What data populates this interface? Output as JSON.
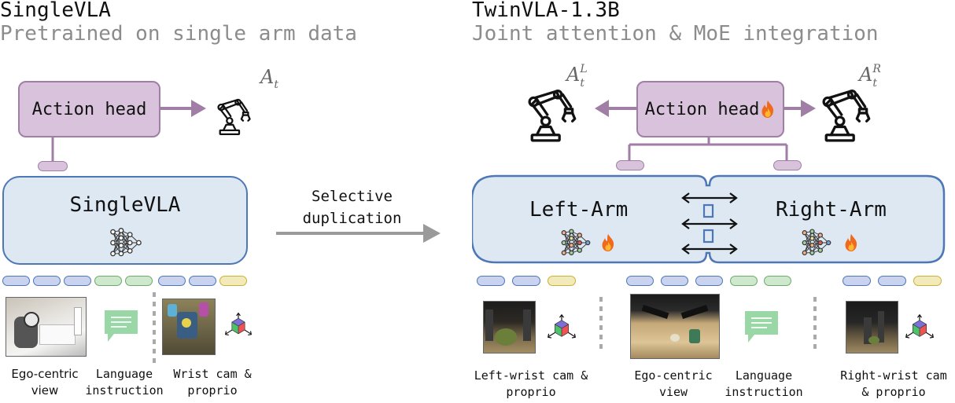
{
  "single": {
    "title": "SingleVLA",
    "subtitle": "Pretrained on single arm data",
    "action_head": "Action head",
    "model_label": "SingleVLA",
    "action_symbol": "A",
    "action_sub": "t",
    "captions": {
      "ego_1": "Ego-centric",
      "ego_2": "view",
      "lang_1": "Language",
      "lang_2": "instruction",
      "wrist_1": "Wrist cam &",
      "wrist_2": "proprio"
    }
  },
  "middle": {
    "line1": "Selective",
    "line2": "duplication"
  },
  "twin": {
    "title": "TwinVLA-1.3B",
    "subtitle": "Joint attention & MoE integration",
    "action_head": "Action head",
    "left_label": "Left-Arm",
    "right_label": "Right-Arm",
    "action_symbol": "A",
    "left_sub": "t",
    "left_sup": "L",
    "right_sub": "t",
    "right_sup": "R",
    "captions": {
      "lwrist_1": "Left-wrist cam &",
      "lwrist_2": "proprio",
      "ego_1": "Ego-centric",
      "ego_2": "view",
      "lang_1": "Language",
      "lang_2": "instruction",
      "rwrist_1": "Right-wrist cam",
      "rwrist_2": "& proprio"
    }
  },
  "colors": {
    "head_fill": "#d9c3dc",
    "head_stroke": "#a07ea6",
    "vla_fill": "#dde8f2",
    "vla_stroke": "#4d77b5",
    "token_blue": "#c9d2ee",
    "token_green": "#cde8cc",
    "token_yellow": "#f2eab8",
    "arrow_gray": "#9a9a9a",
    "flame": "#f06a1e"
  },
  "icons": {
    "robot": "robot-arm-icon",
    "network": "neural-network-icon",
    "chat": "chat-bubble-icon",
    "cube": "proprio-cube-icon",
    "fire": "fire-icon"
  }
}
